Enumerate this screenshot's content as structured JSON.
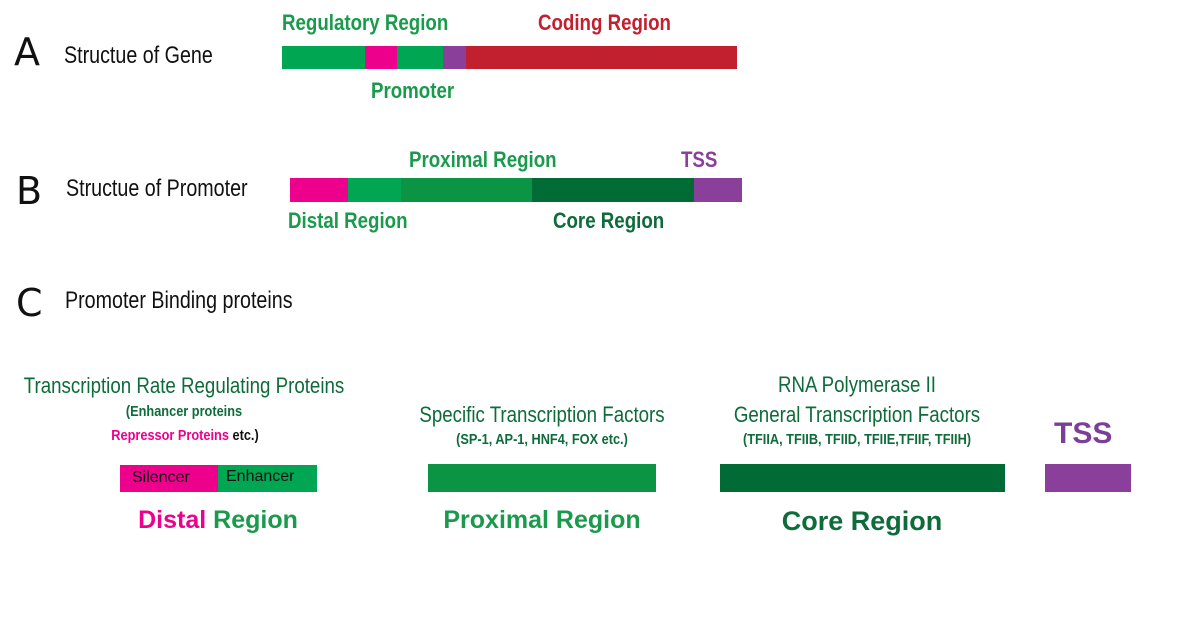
{
  "section_a": {
    "letter": "A",
    "heading": "Structue of Gene",
    "regulatory_label": "Regulatory Region",
    "coding_label": "Coding Region",
    "promoter_label": "Promoter"
  },
  "section_b": {
    "letter": "B",
    "heading": "Structue of Promoter",
    "proximal_label": "Proximal Region",
    "tss_label": "TSS",
    "distal_label": "Distal Region",
    "core_label": "Core Region"
  },
  "section_c": {
    "letter": "C",
    "heading": "Promoter Binding proteins",
    "distal": {
      "title": "Transcription Rate Regulating Proteins",
      "sub1": "(Enhancer proteins",
      "sub2_pink": "Repressor Proteins",
      "sub2_rest": " etc.)",
      "silencer_label": "Silencer",
      "enhancer_label": "Enhancer",
      "region_word1": "Distal",
      "region_word2": " Region"
    },
    "proximal": {
      "title": "Specific Transcription Factors",
      "sub": "(SP-1, AP-1, HNF4, FOX etc.)",
      "region": "Proximal Region"
    },
    "core": {
      "title1": "RNA Polymerase II",
      "title2": "General Transcription Factors",
      "sub": "(TFIIA, TFIIB, TFIID, TFIIE,TFIIF, TFIIH)",
      "region": "Core Region"
    },
    "tss_label": "TSS"
  },
  "colors": {
    "green": "#00a651",
    "mid_green": "#0b9444",
    "dark_green": "#006b35",
    "pink": "#ec008c",
    "purple": "#8a3f9a",
    "red": "#c1202f",
    "label_green": "#1a9a4c",
    "label_dark_green": "#0e6b3a",
    "tss_purple": "#7b3f98"
  }
}
